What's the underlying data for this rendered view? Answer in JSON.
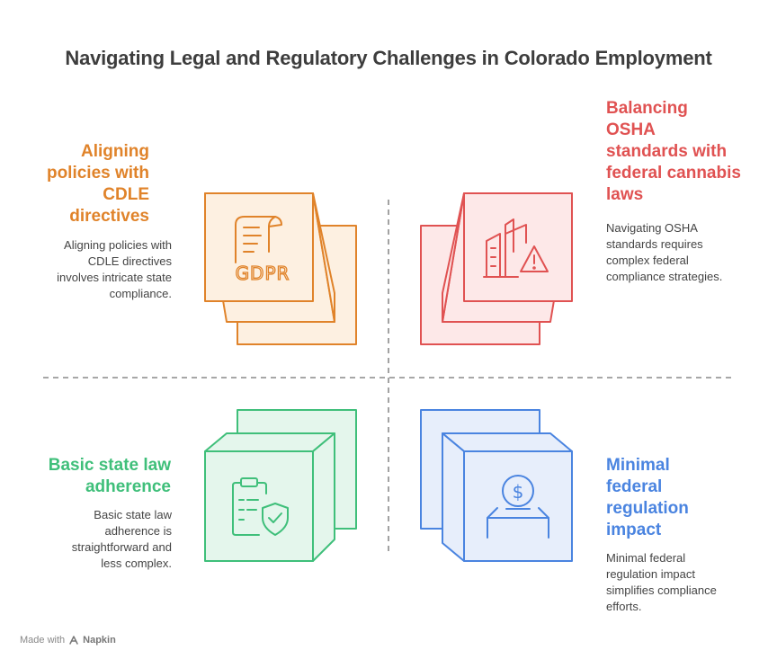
{
  "title": "Navigating Legal and Regulatory Challenges in Colorado Employment",
  "quadrants": {
    "top_left": {
      "heading": "Aligning policies with CDLE directives",
      "description": "Aligning policies with CDLE directives involves intricate state compliance.",
      "icon_text": "GDPR",
      "icon": "gdpr-document-icon",
      "color": "#e0832a"
    },
    "top_right": {
      "heading": "Balancing OSHA standards with federal cannabis laws",
      "description": "Navigating OSHA standards requires complex federal compliance strategies.",
      "icon": "buildings-warning-icon",
      "color": "#e05252"
    },
    "bottom_left": {
      "heading": "Basic state law adherence",
      "description": "Basic state law adherence is straightforward and less complex.",
      "icon": "clipboard-shield-icon",
      "color": "#3fbf7a"
    },
    "bottom_right": {
      "heading": "Minimal federal regulation impact",
      "description": "Minimal federal regulation impact simplifies compliance efforts.",
      "icon": "dollar-coin-slot-icon",
      "color": "#4a84e0"
    }
  },
  "footer": {
    "made_with": "Made with",
    "brand": "Napkin"
  }
}
